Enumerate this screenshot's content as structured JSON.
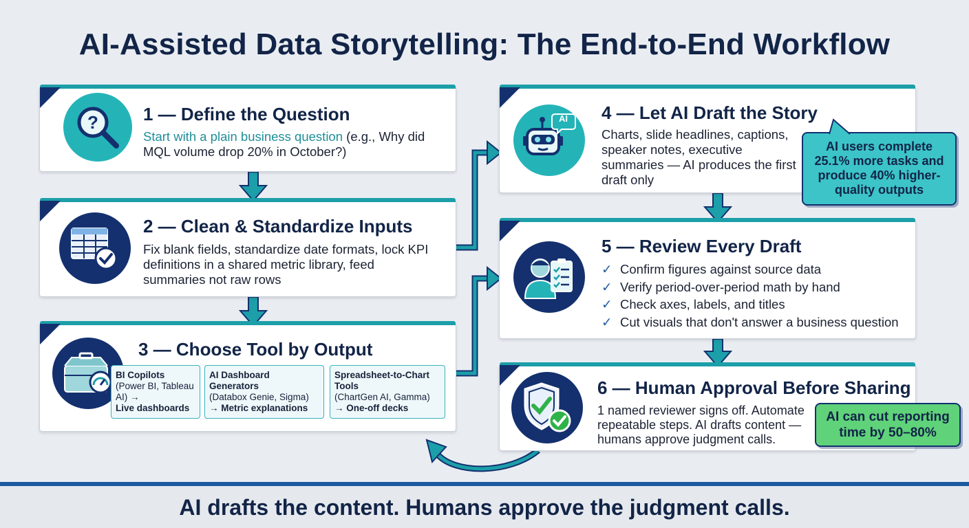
{
  "title": "AI-Assisted Data Storytelling: The End-to-End Workflow",
  "steps": [
    {
      "title": "1 — Define the Question",
      "body_highlight": "Start with a plain business question",
      "body_rest": " (e.g., Why did MQL volume drop 20% in October?)",
      "icon": "magnifier-question-icon"
    },
    {
      "title": "2 — Clean & Standardize Inputs",
      "body": "Fix blank fields, standardize date formats, lock KPI definitions in a shared metric library, feed summaries not raw rows",
      "icon": "spreadsheet-check-icon"
    },
    {
      "title": "3 — Choose Tool by Output",
      "icon": "toolbox-gauge-icon",
      "tools": [
        {
          "name": "BI Copilots",
          "detail": "(Power BI, Tableau AI) →",
          "output": "Live dashboards"
        },
        {
          "name": "AI Dashboard Generators",
          "detail": "(Databox Genie, Sigma)",
          "output": "→ Metric explanations"
        },
        {
          "name": "Spreadsheet-to-Chart Tools",
          "detail": "(ChartGen AI, Gamma)",
          "output": "→ One-off decks"
        }
      ]
    },
    {
      "title": "4 — Let AI Draft the Story",
      "body": "Charts, slide headlines, captions, speaker notes, executive summaries — AI produces the first draft only",
      "icon": "robot-ai-icon",
      "icon_label": "AI"
    },
    {
      "title": "5 — Review Every Draft",
      "icon": "reviewer-checklist-icon",
      "checks": [
        "Confirm figures against source data",
        "Verify period-over-period math by hand",
        "Check axes, labels, and titles",
        "Cut visuals that don't answer a business question"
      ]
    },
    {
      "title": "6 — Human Approval Before Sharing",
      "body": "1 named reviewer signs off. Automate repeatable steps. AI drafts content — humans approve judgment calls.",
      "icon": "shield-check-icon"
    }
  ],
  "callouts": {
    "ai_users": "AI users complete 25.1% more tasks and produce 40% higher-quality outputs",
    "reporting_time": "AI can cut reporting time by 50–80%"
  },
  "tagline": "AI drafts the content. Humans approve the judgment calls.",
  "colors": {
    "navy": "#14306e",
    "teal": "#1c9fa9",
    "callout_teal": "#3cc4c8",
    "callout_green": "#5fd27a"
  }
}
